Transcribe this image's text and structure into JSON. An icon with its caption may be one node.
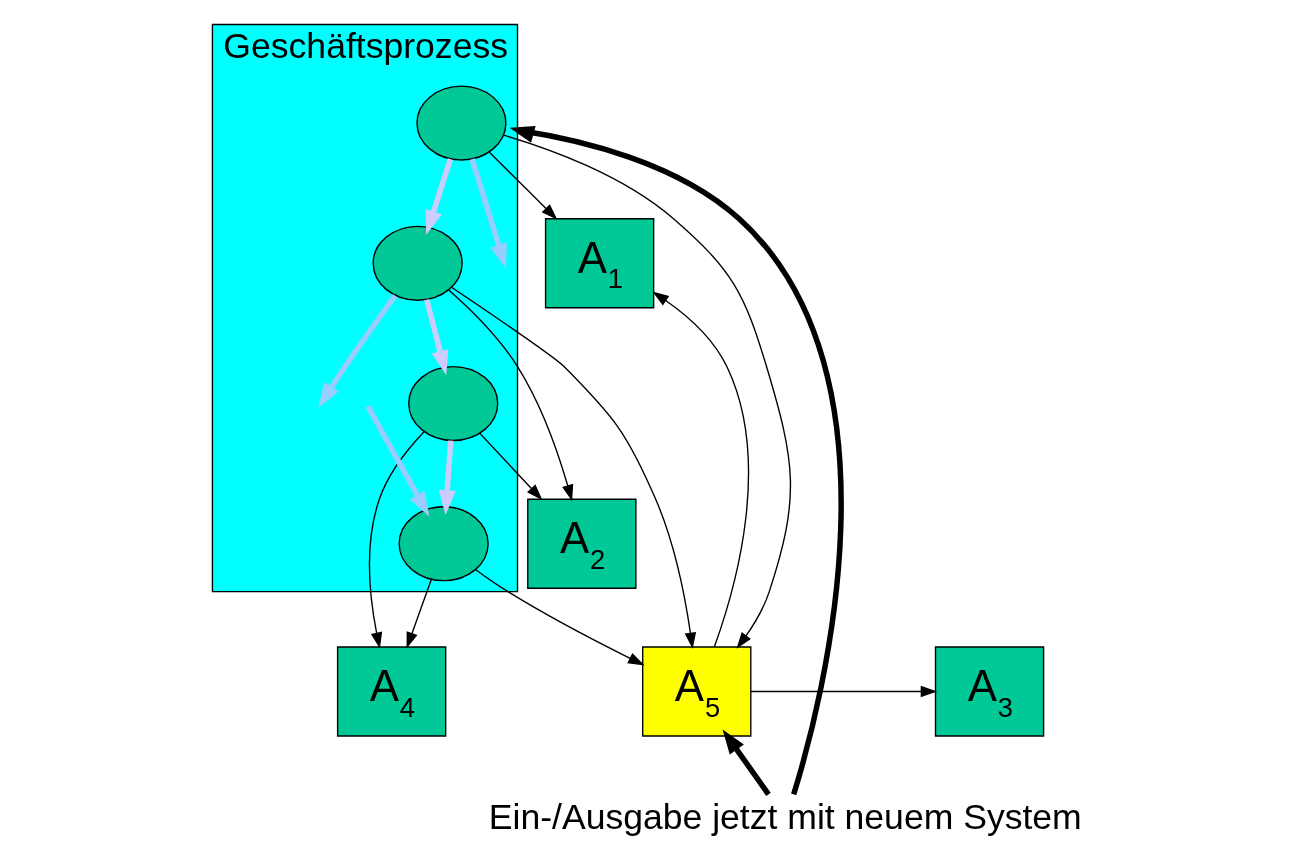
{
  "diagram": {
    "nodes": [
      {
        "text": [
          "Geschäftsprozess"
        ]
      },
      {
        "text": [],
        "shape": "circle",
        "in": 0
      },
      {
        "text": [],
        "shape": "circle",
        "in": 0
      },
      {
        "text": [],
        "shape": "circle",
        "in": 0
      },
      {
        "text": [],
        "shape": "circle",
        "in": 0
      },
      {
        "text": [
          "A$_{1}$"
        ]
      },
      {
        "text": [
          "A$_{2}$"
        ]
      },
      {
        "text": [
          "A$_{5}$"
        ]
      },
      {
        "text": [
          "A$_{3}$"
        ]
      },
      {
        "text": [
          "A$_{4}$"
        ]
      },
      {
        "text": [
          "Ein-/Ausgabe jetzt mit neuem System"
        ]
      }
    ],
    "edges": [
      {
        "from": 1,
        "to": 2,
        "arrow": "to",
        "style": "thick",
        "color": "#ccccff"
      },
      {
        "from": 2,
        "to": 3,
        "arrow": "to",
        "style": "thick",
        "color": "#ccccff"
      },
      {
        "from": 3,
        "to": 4,
        "arrow": "to",
        "style": "thick",
        "color": "#ccccff"
      },
      {
        "from": 1,
        "to": null,
        "arrow": "to",
        "style": "thick",
        "color": "#99ccff"
      },
      {
        "from": 2,
        "to": null,
        "arrow": "to",
        "style": "thick",
        "color": "#99ccff"
      },
      {
        "from": null,
        "to": 4,
        "arrow": "to",
        "style": "thick",
        "color": "#99ccff"
      },
      {
        "from": 1,
        "to": 5,
        "arrow": "to"
      },
      {
        "from": 1,
        "to": 7,
        "arrow": "to"
      },
      {
        "from": 2,
        "to": 6,
        "arrow": "to"
      },
      {
        "from": 2,
        "to": 7,
        "arrow": "to"
      },
      {
        "from": 3,
        "to": 6,
        "arrow": "to"
      },
      {
        "from": 3,
        "to": 9,
        "arrow": "to"
      },
      {
        "from": 4,
        "to": 7,
        "arrow": "to"
      },
      {
        "from": 4,
        "to": 9,
        "arrow": "to"
      },
      {
        "from": 7,
        "to": 5,
        "arrow": "to"
      },
      {
        "from": 7,
        "to": 8,
        "arrow": "to"
      },
      {
        "from": 10,
        "to": 0,
        "arrow": "to",
        "style": "thick"
      },
      {
        "from": 10,
        "to": 7,
        "arrow": "to",
        "style": "thick"
      }
    ]
  }
}
